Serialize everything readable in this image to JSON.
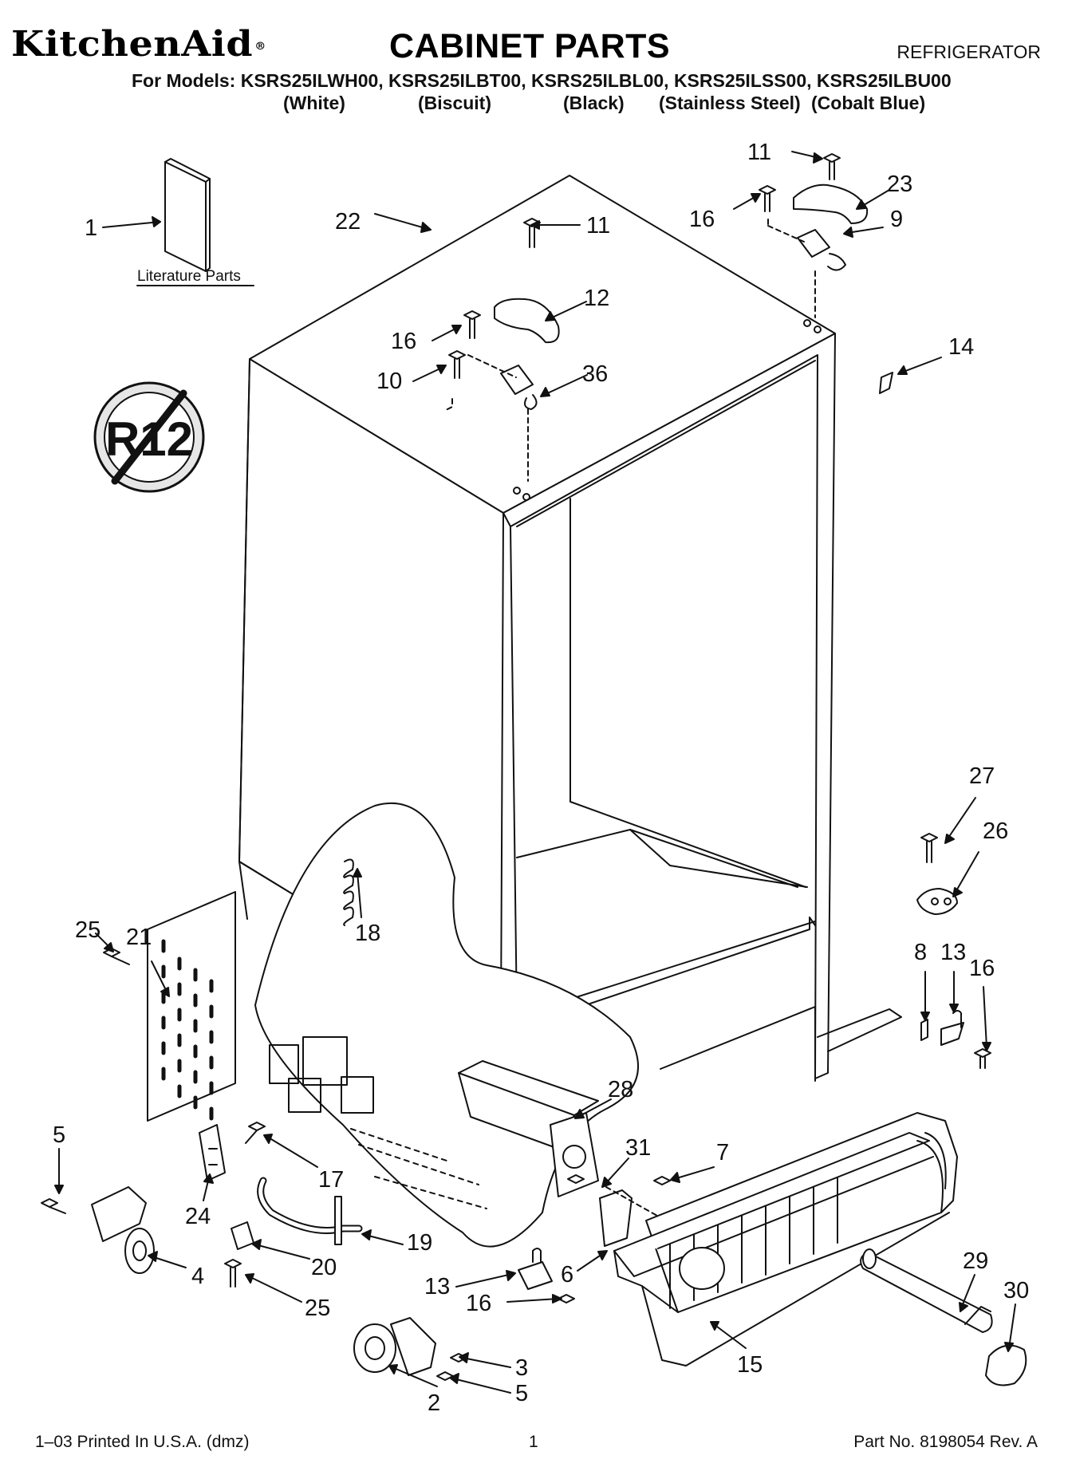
{
  "header": {
    "brand": "KitchenAid",
    "brand_mark": "®",
    "title": "CABINET PARTS",
    "category": "REFRIGERATOR",
    "models_line": "For Models: KSRS25ILWH00, KSRS25ILBT00, KSRS25ILBL00, KSRS25ILSS00, KSRS25ILBU00",
    "colors": [
      "(White)",
      "(Biscuit)",
      "(Black)",
      "(Stainless Steel)",
      "(Cobalt Blue)"
    ]
  },
  "diagram": {
    "literature_label": "Literature Parts",
    "no_r12_symbol_text": "R12",
    "callouts": [
      "1",
      "22",
      "11",
      "12",
      "16",
      "10",
      "36",
      "11",
      "16",
      "23",
      "9",
      "14",
      "27",
      "26",
      "8",
      "13",
      "16",
      "25",
      "21",
      "18",
      "28",
      "31",
      "7",
      "5",
      "17",
      "24",
      "19",
      "20",
      "4",
      "25",
      "13",
      "6",
      "16",
      "3",
      "5",
      "2",
      "29",
      "30",
      "15"
    ]
  },
  "footer": {
    "left": "1–03 Printed In U.S.A. (dmz)",
    "center": "1",
    "right": "Part No. 8198054 Rev. A"
  },
  "colors": {
    "ink": "#111111",
    "paper": "#ffffff",
    "shade": "#d0d0d0"
  }
}
